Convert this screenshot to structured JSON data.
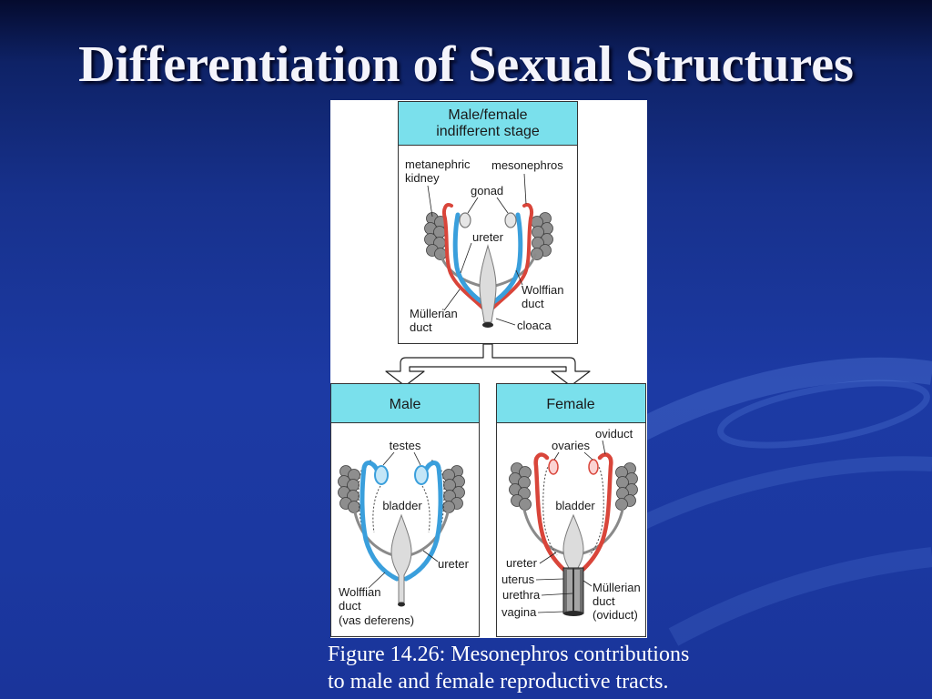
{
  "slide": {
    "title": "Differentiation of Sexual Structures",
    "caption_lines": [
      "Figure 14.26: Mesonephros contributions",
      "to male and female reproductive tracts."
    ]
  },
  "figure": {
    "indifferent": {
      "header_lines": [
        "Male/female",
        "indifferent stage"
      ],
      "labels": {
        "metanephric_kidney": [
          "metanephric",
          "kidney"
        ],
        "mesonephros": "mesonephros",
        "gonad": "gonad",
        "ureter": "ureter",
        "wolffian_duct": [
          "Wolffian",
          "duct"
        ],
        "mullerian_duct": [
          "Müllerian",
          "duct"
        ],
        "cloaca": "cloaca"
      }
    },
    "male": {
      "header": "Male",
      "labels": {
        "testes": "testes",
        "bladder": "bladder",
        "ureter": "ureter",
        "wolffian_duct": [
          "Wolffian",
          "duct",
          "(vas deferens)"
        ]
      }
    },
    "female": {
      "header": "Female",
      "labels": {
        "oviduct": "oviduct",
        "ovaries": "ovaries",
        "bladder": "bladder",
        "ureter": "ureter",
        "uterus": "uterus",
        "urethra": "urethra",
        "vagina": "vagina",
        "mullerian_duct": [
          "Müllerian",
          "duct",
          "(oviduct)"
        ]
      }
    }
  },
  "colors": {
    "header_fill": "#7ae0ec",
    "mullerian_red": "#d9453a",
    "wolffian_blue": "#3a9fdc",
    "kidney_gray": "#8e8e8e"
  }
}
